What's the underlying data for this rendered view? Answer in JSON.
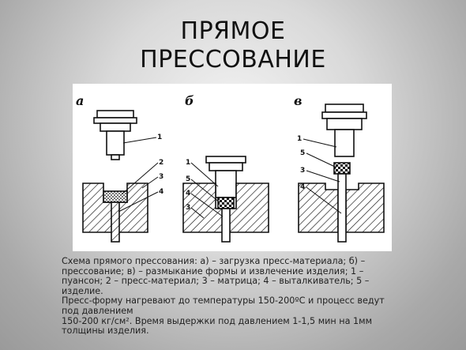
{
  "slide": {
    "title_line1": "ПРЯМОЕ",
    "title_line2": "ПРЕССОВАНИЕ"
  },
  "figure": {
    "panels": [
      {
        "letter": "а",
        "callouts": [
          "1",
          "2",
          "3",
          "4"
        ]
      },
      {
        "letter": "б",
        "callouts": [
          "1",
          "5",
          "4",
          "3"
        ]
      },
      {
        "letter": "в",
        "callouts": [
          "1",
          "5",
          "3",
          "4"
        ]
      }
    ]
  },
  "caption": {
    "line1": "Схема прямого прессования: а) – загрузка пресс-материала; б) – прессование; в) – размыкание формы и извлечение изделия; 1 – пуансон; 2 – пресс-материал; 3 – матрица; 4 – выталкиватель; 5 – изделие.",
    "line2": "Пресс-форму нагревают до температуры 150-200ºС и процесс ведут под давлением",
    "line3": " 150-200 кг/см². Время выдержки под давлением 1-1,5 мин на 1мм толщины изделия."
  }
}
